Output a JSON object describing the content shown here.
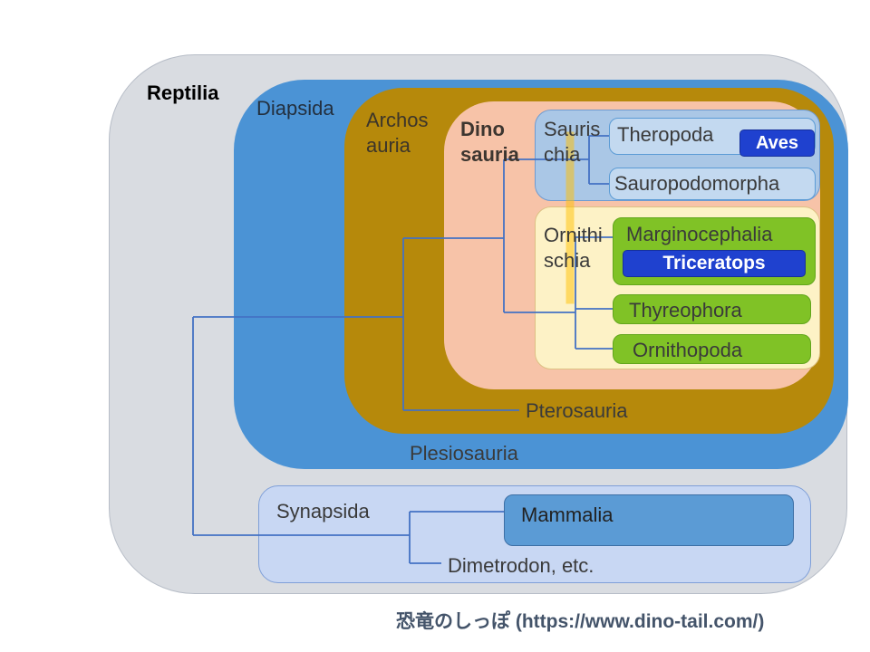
{
  "clades": {
    "reptilia": "Reptilia",
    "diapsida": "Diapsida",
    "archosauria": "Archos\nauria",
    "dinosauria": "Dino\nsauria",
    "saurischia": "Sauris\nchia",
    "theropoda": "Theropoda",
    "aves": "Aves",
    "sauropodomorpha": "Sauropodomorpha",
    "ornithischia": "Ornithi\nschia",
    "marginocephalia": "Marginocephalia",
    "triceratops": "Triceratops",
    "thyreophora": "Thyreophora",
    "ornithopoda": "Ornithopoda",
    "pterosauria": "Pterosauria",
    "plesiosauria": "Plesiosauria",
    "synapsida": "Synapsida",
    "mammalia": "Mammalia",
    "dimetrodon": "Dimetrodon, etc."
  },
  "footer": {
    "credit": "恐竜のしっぽ (https://www.dino-tail.com/)"
  },
  "colors": {
    "reptilia_fill": "#d9dce1",
    "diapsida_fill": "#4b93d5",
    "archosauria_fill": "#b6890b",
    "dinosauria_fill": "#f7c3a8",
    "saurischia_fill": "#aac7e6",
    "subbox_blue_fill": "#c3d9f0",
    "ornithischia_fill": "#fdf2c6",
    "green_fill": "#80c226",
    "synapsida_fill": "#c8d7f3",
    "mammalia_fill": "#5b9bd5",
    "accent_blue_fill": "#1f41cf",
    "tree_line": "#4472c4",
    "highlight_line": "#ffc000",
    "footer_text": "#44546a"
  }
}
